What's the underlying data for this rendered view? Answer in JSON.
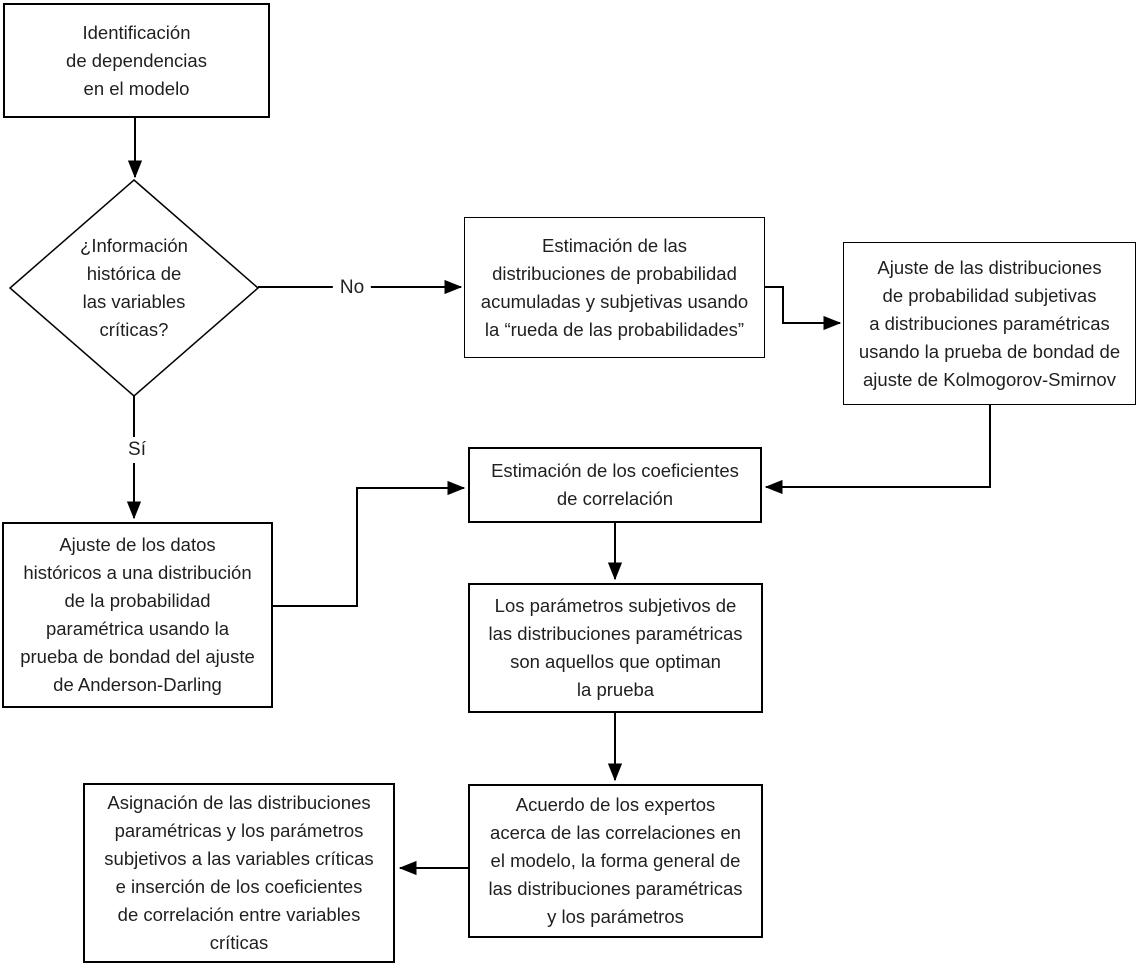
{
  "diagram": {
    "nodes": {
      "identificacion": {
        "text": "Identificación\nde dependencias\nen el modelo"
      },
      "decision": {
        "text": "¿Información\nhistórica de\nlas variables\ncríticas?"
      },
      "estimacion_distribuciones": {
        "text": "Estimación de las\ndistribuciones de probabilidad\nacumuladas y subjetivas usando\nla “rueda de las probabilidades”"
      },
      "ajuste_kolmogorov": {
        "text": "Ajuste de las distribuciones\nde probabilidad subjetivas\na distribuciones paramétricas\nusando la prueba de bondad de\najuste de Kolmogorov-Smirnov"
      },
      "estimacion_coeficientes": {
        "text": "Estimación de los coeficientes\nde correlación"
      },
      "ajuste_anderson": {
        "text": "Ajuste de los datos\nhistóricos a una distribución\nde la probabilidad\nparamétrica usando la\nprueba de bondad del ajuste\nde Anderson-Darling"
      },
      "parametros_subjetivos": {
        "text": "Los parámetros subjetivos de\nlas distribuciones paramétricas\nson aquellos que optiman\nla prueba"
      },
      "acuerdo_expertos": {
        "text": "Acuerdo de los expertos\nacerca de las correlaciones en\nel modelo, la forma general de\nlas distribuciones paramétricas\ny los parámetros"
      },
      "asignacion": {
        "text": "Asignación de las distribuciones\nparamétricas y los parámetros\nsubjetivos a las variables críticas\ne inserción de los coeficientes\nde correlación entre variables\ncríticas"
      }
    },
    "labels": {
      "no": "No",
      "si": "Sí"
    },
    "colors": {
      "line": "#000000",
      "background": "#ffffff",
      "box_fill": "#ffffff",
      "text": "#1f1f1f"
    }
  }
}
